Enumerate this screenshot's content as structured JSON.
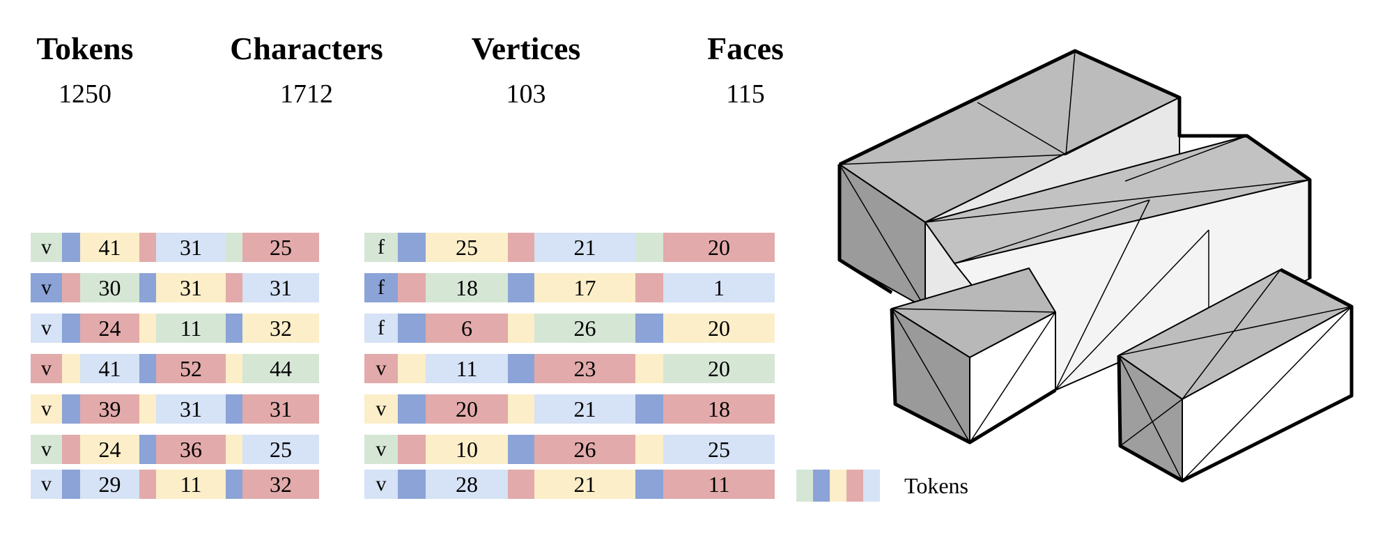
{
  "colors": {
    "green": "#d5e6d5",
    "blue": "#8ba3d6",
    "yellow": "#fbeec8",
    "red": "#e2aaaa",
    "lightblue": "#d6e2f5"
  },
  "stats": {
    "tokens": {
      "label": "Tokens",
      "value": "1250"
    },
    "characters": {
      "label": "Characters",
      "value": "1712"
    },
    "vertices": {
      "label": "Vertices",
      "value": "103"
    },
    "faces": {
      "label": "Faces",
      "value": "115"
    }
  },
  "left_sequences": [
    [
      {
        "c": "green",
        "t": "v"
      },
      {
        "c": "blue",
        "t": ""
      },
      {
        "c": "yellow",
        "t": "41"
      },
      {
        "c": "red",
        "t": ""
      },
      {
        "c": "lightblue",
        "t": "31"
      },
      {
        "c": "green",
        "t": ""
      },
      {
        "c": "red",
        "t": "25"
      }
    ],
    [
      {
        "c": "blue",
        "t": "v"
      },
      {
        "c": "red",
        "t": ""
      },
      {
        "c": "green",
        "t": "30"
      },
      {
        "c": "blue",
        "t": ""
      },
      {
        "c": "yellow",
        "t": "31"
      },
      {
        "c": "red",
        "t": ""
      },
      {
        "c": "lightblue",
        "t": "31"
      }
    ],
    [
      {
        "c": "lightblue",
        "t": "v"
      },
      {
        "c": "blue",
        "t": ""
      },
      {
        "c": "red",
        "t": "24"
      },
      {
        "c": "yellow",
        "t": ""
      },
      {
        "c": "green",
        "t": "11"
      },
      {
        "c": "blue",
        "t": ""
      },
      {
        "c": "yellow",
        "t": "32"
      }
    ],
    [
      {
        "c": "red",
        "t": "v"
      },
      {
        "c": "yellow",
        "t": ""
      },
      {
        "c": "lightblue",
        "t": "41"
      },
      {
        "c": "blue",
        "t": ""
      },
      {
        "c": "red",
        "t": "52"
      },
      {
        "c": "yellow",
        "t": ""
      },
      {
        "c": "green",
        "t": "44"
      }
    ],
    [
      {
        "c": "yellow",
        "t": "v"
      },
      {
        "c": "blue",
        "t": ""
      },
      {
        "c": "red",
        "t": "39"
      },
      {
        "c": "yellow",
        "t": ""
      },
      {
        "c": "lightblue",
        "t": "31"
      },
      {
        "c": "blue",
        "t": ""
      },
      {
        "c": "red",
        "t": "31"
      }
    ],
    [
      {
        "c": "green",
        "t": "v"
      },
      {
        "c": "red",
        "t": ""
      },
      {
        "c": "yellow",
        "t": "24"
      },
      {
        "c": "blue",
        "t": ""
      },
      {
        "c": "red",
        "t": "36"
      },
      {
        "c": "yellow",
        "t": ""
      },
      {
        "c": "lightblue",
        "t": "25"
      }
    ],
    [
      {
        "c": "lightblue",
        "t": "v"
      },
      {
        "c": "blue",
        "t": ""
      },
      {
        "c": "lightblue",
        "t": "29"
      },
      {
        "c": "red",
        "t": ""
      },
      {
        "c": "yellow",
        "t": "11"
      },
      {
        "c": "blue",
        "t": ""
      },
      {
        "c": "red",
        "t": "32"
      }
    ]
  ],
  "right_sequences": [
    [
      {
        "c": "green",
        "t": "f"
      },
      {
        "c": "blue",
        "t": ""
      },
      {
        "c": "yellow",
        "t": "25"
      },
      {
        "c": "red",
        "t": ""
      },
      {
        "c": "lightblue",
        "t": "21"
      },
      {
        "c": "green",
        "t": ""
      },
      {
        "c": "red",
        "t": "20"
      }
    ],
    [
      {
        "c": "blue",
        "t": "f"
      },
      {
        "c": "red",
        "t": ""
      },
      {
        "c": "green",
        "t": "18"
      },
      {
        "c": "blue",
        "t": ""
      },
      {
        "c": "yellow",
        "t": "17"
      },
      {
        "c": "red",
        "t": ""
      },
      {
        "c": "lightblue",
        "t": "1"
      }
    ],
    [
      {
        "c": "lightblue",
        "t": "f"
      },
      {
        "c": "blue",
        "t": ""
      },
      {
        "c": "red",
        "t": "6"
      },
      {
        "c": "yellow",
        "t": ""
      },
      {
        "c": "green",
        "t": "26"
      },
      {
        "c": "blue",
        "t": ""
      },
      {
        "c": "yellow",
        "t": "20"
      }
    ],
    [
      {
        "c": "red",
        "t": "v"
      },
      {
        "c": "yellow",
        "t": ""
      },
      {
        "c": "lightblue",
        "t": "11"
      },
      {
        "c": "blue",
        "t": ""
      },
      {
        "c": "red",
        "t": "23"
      },
      {
        "c": "yellow",
        "t": ""
      },
      {
        "c": "green",
        "t": "20"
      }
    ],
    [
      {
        "c": "yellow",
        "t": "v"
      },
      {
        "c": "blue",
        "t": ""
      },
      {
        "c": "red",
        "t": "20"
      },
      {
        "c": "yellow",
        "t": ""
      },
      {
        "c": "lightblue",
        "t": "21"
      },
      {
        "c": "blue",
        "t": ""
      },
      {
        "c": "red",
        "t": "18"
      }
    ],
    [
      {
        "c": "green",
        "t": "v"
      },
      {
        "c": "red",
        "t": ""
      },
      {
        "c": "yellow",
        "t": "10"
      },
      {
        "c": "blue",
        "t": ""
      },
      {
        "c": "red",
        "t": "26"
      },
      {
        "c": "yellow",
        "t": ""
      },
      {
        "c": "lightblue",
        "t": "25"
      }
    ],
    [
      {
        "c": "lightblue",
        "t": "v"
      },
      {
        "c": "blue",
        "t": ""
      },
      {
        "c": "lightblue",
        "t": "28"
      },
      {
        "c": "red",
        "t": ""
      },
      {
        "c": "yellow",
        "t": "21"
      },
      {
        "c": "blue",
        "t": ""
      },
      {
        "c": "red",
        "t": "11"
      }
    ]
  ],
  "legend": {
    "swatches": [
      "green",
      "blue",
      "yellow",
      "red",
      "lightblue"
    ],
    "label": "Tokens"
  },
  "mesh_figure": {
    "icon": "low-poly-3d-block-mesh"
  }
}
